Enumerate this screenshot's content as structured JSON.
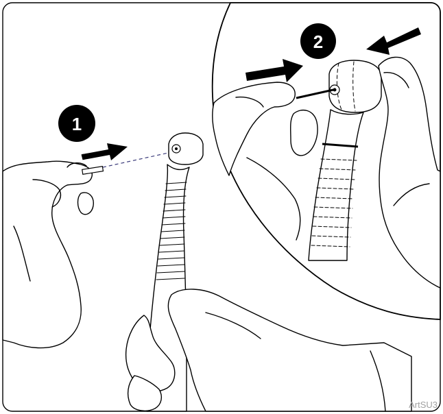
{
  "steps": [
    {
      "number": "1"
    },
    {
      "number": "2"
    }
  ],
  "reference_code": "ArtSU3"
}
